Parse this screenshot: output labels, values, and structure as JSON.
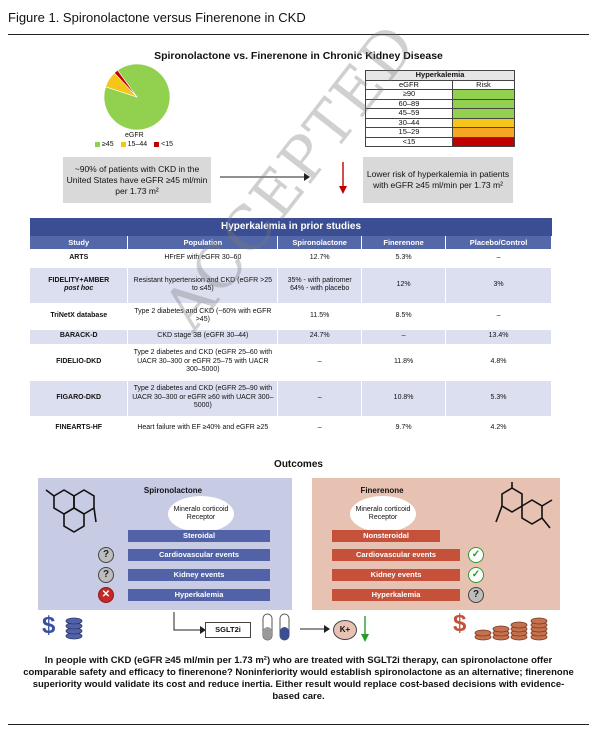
{
  "figure_title": "Figure 1. Spironolactone versus Finerenone in CKD",
  "main_title": "Spironolactone vs. Finerenone in Chronic Kidney Disease",
  "pie": {
    "label": "eGFR",
    "legend": [
      {
        "label": "≥45",
        "color": "#92d050",
        "value": 90
      },
      {
        "label": "15–44",
        "color": "#f5c518",
        "value": 8
      },
      {
        "label": "<15",
        "color": "#c00000",
        "value": 2
      }
    ]
  },
  "left_box_text": "~90% of patients with CKD in the United States have eGFR ≥45 ml/min per 1.73 m²",
  "right_box_text": "Lower risk of hyperkalemia in patients with eGFR ≥45 ml/min per 1.73 m²",
  "hk_table": {
    "title": "Hyperkalemia",
    "col_egfr": "eGFR",
    "col_risk": "Risk",
    "rows": [
      {
        "egfr": "≥90",
        "color": "#92d050"
      },
      {
        "egfr": "60–89",
        "color": "#92d050"
      },
      {
        "egfr": "45–59",
        "color": "#92d050"
      },
      {
        "egfr": "30–44",
        "color": "#f5c518"
      },
      {
        "egfr": "15–29",
        "color": "#f5a623"
      },
      {
        "egfr": "<15",
        "color": "#c00000"
      }
    ]
  },
  "studies": {
    "banner": "Hyperkalemia in prior studies",
    "headers": [
      "Study",
      "Population",
      "Spironolactone",
      "Finerenone",
      "Placebo/Control"
    ],
    "rows": [
      {
        "study": "ARTS",
        "study_sub": "",
        "population": "HFrEF with eGFR 30–60",
        "spiro": "12.7%",
        "fine": "5.3%",
        "placebo": "–"
      },
      {
        "study": "FIDELITY+AMBER",
        "study_sub": "post hoc",
        "population": "Resistant hypertension and CKD (eGFR >25 to ≤45)",
        "spiro": "35% - with patiromer 64% - with placebo",
        "fine": "12%",
        "placebo": "3%"
      },
      {
        "study": "TriNetX database",
        "study_sub": "",
        "population": "Type 2 diabetes and CKD (~60% with eGFR >45)",
        "spiro": "11.5%",
        "fine": "8.5%",
        "placebo": "–"
      },
      {
        "study": "BARACK-D",
        "study_sub": "",
        "population": "CKD stage 3B (eGFR 30–44)",
        "spiro": "24.7%",
        "fine": "–",
        "placebo": "13.4%"
      },
      {
        "study": "FIDELIO-DKD",
        "study_sub": "",
        "population": "Type 2 diabetes and CKD (eGFR 25–60 with UACR 30–300 or eGFR 25–75 with UACR 300–5000)",
        "spiro": "–",
        "fine": "11.8%",
        "placebo": "4.8%"
      },
      {
        "study": "FIGARO-DKD",
        "study_sub": "",
        "population": "Type 2 diabetes and CKD (eGFR 25–90 with UACR 30–300 or eGFR ≥60 with UACR 300–5000)",
        "spiro": "–",
        "fine": "10.8%",
        "placebo": "5.3%"
      },
      {
        "study": "FINEARTS-HF",
        "study_sub": "",
        "population": "Heart failure with EF ≥40% and eGFR ≥25",
        "spiro": "–",
        "fine": "9.7%",
        "placebo": "4.2%"
      }
    ]
  },
  "outcomes_title": "Outcomes",
  "left_panel": {
    "title": "Spironolactone",
    "receptor": "Mineralo corticoid Receptor",
    "bars": [
      "Steroidal",
      "Cardiovascular events",
      "Kidney events",
      "Hyperkalemia"
    ],
    "marks": [
      "?",
      "?",
      "✕"
    ]
  },
  "right_panel": {
    "title": "Finerenone",
    "receptor": "Mineralo corticoid Receptor",
    "bars": [
      "Nonsteroidal",
      "Cardiovascular events",
      "Kidney events",
      "Hyperkalemia"
    ],
    "marks": [
      "✓",
      "✓",
      "?"
    ]
  },
  "sglt2i": "SGLT2i",
  "kplus": "K+",
  "dollar": "$",
  "bottom_text": "In people with CKD (eGFR ≥45 ml/min per 1.73 m²) who are treated with SGLT2i therapy, can spironolactone offer comparable safety and efficacy to finerenone? Noninferiority would establish spironolactone as an alternative; finerenone superiority would validate its cost and reduce inertia. Either result would replace cost-based decisions with evidence-based care.",
  "watermark": "ACCEPTED"
}
